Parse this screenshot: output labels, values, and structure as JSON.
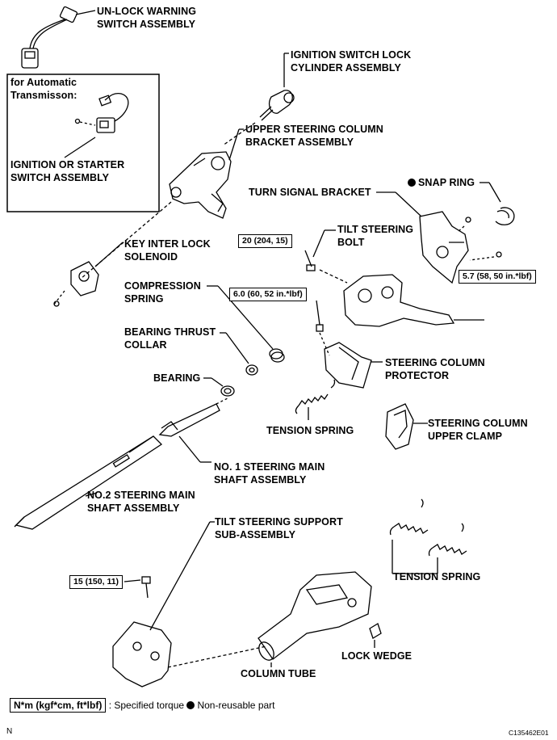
{
  "labels": {
    "unlock_warning": [
      "UN-LOCK WARNING",
      "SWITCH ASSEMBLY"
    ],
    "ign_lock_cyl": [
      "IGNITION SWITCH LOCK",
      "CYLINDER ASSEMBLY"
    ],
    "for_auto": [
      "for Automatic",
      "Transmisson:"
    ],
    "upper_bracket": [
      "UPPER STEERING COLUMN",
      "BRACKET ASSEMBLY"
    ],
    "ign_starter": [
      "IGNITION OR STARTER",
      "SWITCH ASSEMBLY"
    ],
    "snap_ring": "SNAP RING",
    "turn_signal": "TURN SIGNAL BRACKET",
    "tilt_bolt": [
      "TILT STEERING",
      "BOLT"
    ],
    "key_interlock": [
      "KEY INTER LOCK",
      "SOLENOID"
    ],
    "compression": [
      "COMPRESSION",
      "SPRING"
    ],
    "bearing_thrust": [
      "BEARING THRUST",
      "COLLAR"
    ],
    "column_protector": [
      "STEERING COLUMN",
      "PROTECTOR"
    ],
    "bearing": "BEARING",
    "tension_spring_1": "TENSION SPRING",
    "upper_clamp": [
      "STEERING COLUMN",
      "UPPER CLAMP"
    ],
    "no1_shaft": [
      "NO. 1 STEERING MAIN",
      "SHAFT ASSEMBLY"
    ],
    "no2_shaft": [
      "NO.2 STEERING MAIN",
      "SHAFT ASSEMBLY"
    ],
    "tilt_support": [
      "TILT STEERING SUPPORT",
      "SUB-ASSEMBLY"
    ],
    "tension_spring_2": "TENSION SPRING",
    "lock_wedge": "LOCK WEDGE",
    "column_tube": "COLUMN TUBE"
  },
  "torques": {
    "t20": "20 (204, 15)",
    "t57": "5.7 (58, 50 in.*lbf)",
    "t60": "6.0 (60, 52 in.*lbf)",
    "t15": "15 (150, 11)"
  },
  "legend": {
    "unit": "N*m (kgf*cm, ft*lbf)",
    "specified": ": Specified torque",
    "nonreusable": "Non-reusable part"
  },
  "footer": {
    "left": "N",
    "code": "C135462E01"
  }
}
